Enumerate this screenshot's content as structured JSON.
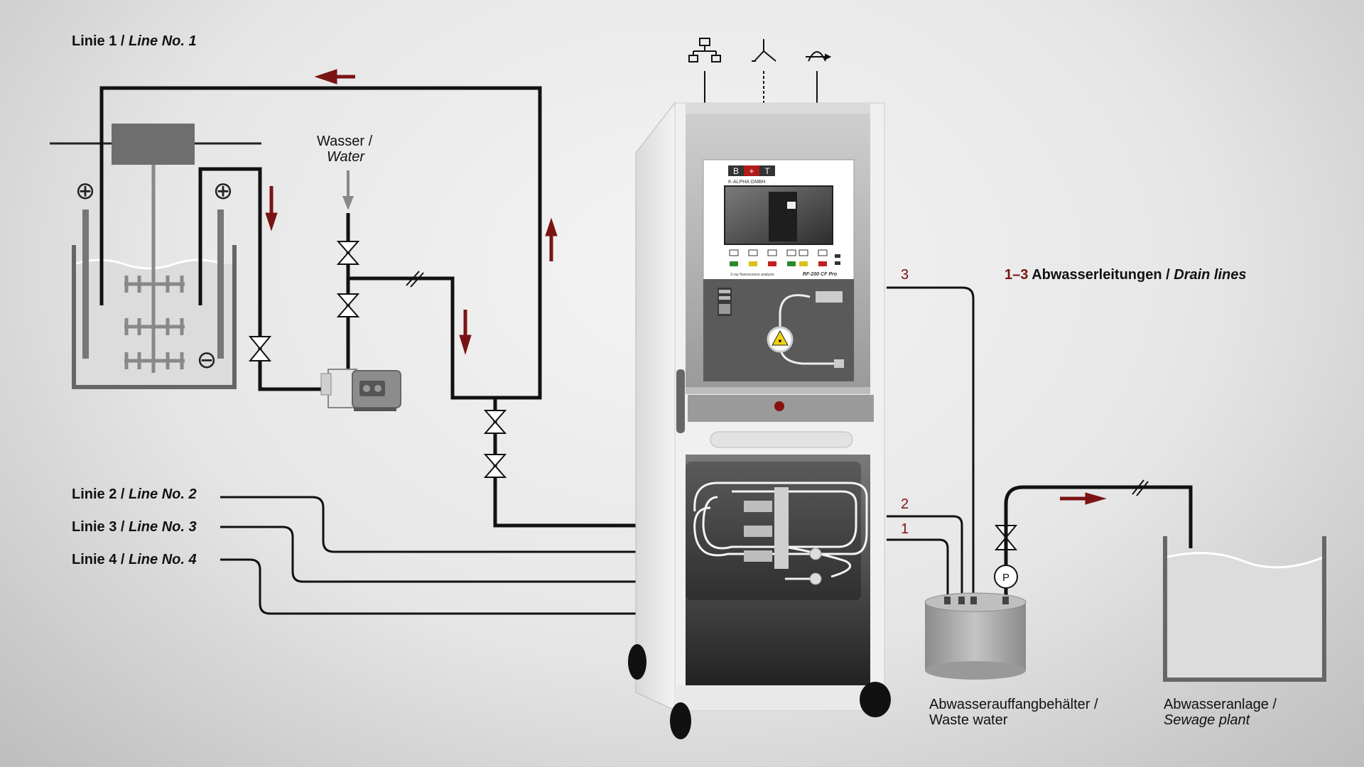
{
  "labels": {
    "line1": {
      "prefix": "Linie 1 / ",
      "italic": "Line No. 1"
    },
    "line2": {
      "prefix": "Linie 2 / ",
      "italic": "Line No. 2"
    },
    "line3": {
      "prefix": "Linie 3 / ",
      "italic": "Line No. 3"
    },
    "line4": {
      "prefix": "Linie 4 / ",
      "italic": "Line No. 4"
    },
    "water": {
      "de": "Wasser /",
      "en": "Water"
    },
    "drain_lines": {
      "range": "1–3",
      "de": " Abwasserleitungen / ",
      "en": "Drain lines"
    },
    "drain_numbers": [
      "3",
      "2",
      "1"
    ],
    "waste_water": {
      "de": "Abwasserauffangbehälter /",
      "en": "Waste water"
    },
    "sewage_plant": {
      "de": "Abwasseranlage /",
      "en": "Sewage plant"
    },
    "pump_letter": "P",
    "plus_sign": "⊕",
    "minus_sign": "⊖"
  },
  "device": {
    "brand_letters": [
      "B",
      "+",
      "T"
    ],
    "company": "K-ALPHA GMBH",
    "subtitle": "X-ray fluorescence analyzer",
    "model": "RF-200 CF Pro"
  },
  "colors": {
    "accent_red": "#7a1414",
    "pipe": "#111111",
    "tank_fill": "#d6d6d6",
    "panel_dark": "#555555"
  },
  "icons": [
    "network-icon",
    "switch-icon",
    "signal-icon",
    "radiation-icon"
  ]
}
